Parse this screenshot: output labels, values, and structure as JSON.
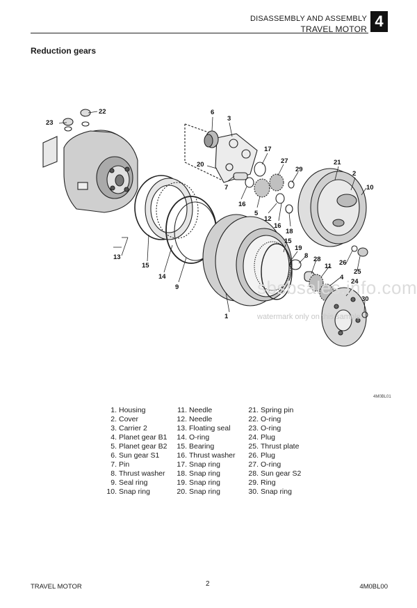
{
  "header": {
    "section": "DISASSEMBLY AND ASSEMBLY",
    "subsection": "TRAVEL MOTOR",
    "chapter_number": "4"
  },
  "title": "Reduction gears",
  "figure": {
    "code": "4M0BL01",
    "callouts": [
      "1",
      "2",
      "3",
      "4",
      "5",
      "6",
      "7",
      "8",
      "9",
      "10",
      "11",
      "12",
      "13",
      "14",
      "15",
      "16",
      "16",
      "17",
      "18",
      "19",
      "20",
      "21",
      "22",
      "23",
      "24",
      "25",
      "26",
      "27",
      "28",
      "29",
      "30"
    ]
  },
  "parts": [
    {
      "num": "1.",
      "name": "Housing"
    },
    {
      "num": "2.",
      "name": "Cover"
    },
    {
      "num": "3.",
      "name": "Carrier 2"
    },
    {
      "num": "4.",
      "name": "Planet gear B1"
    },
    {
      "num": "5.",
      "name": "Planet gear B2"
    },
    {
      "num": "6.",
      "name": "Sun gear S1"
    },
    {
      "num": "7.",
      "name": "Pin"
    },
    {
      "num": "8.",
      "name": "Thrust washer"
    },
    {
      "num": "9.",
      "name": "Seal ring"
    },
    {
      "num": "10.",
      "name": "Snap ring"
    },
    {
      "num": "11.",
      "name": "Needle"
    },
    {
      "num": "12.",
      "name": "Needle"
    },
    {
      "num": "13.",
      "name": "Floating seal"
    },
    {
      "num": "14.",
      "name": "O-ring"
    },
    {
      "num": "15.",
      "name": "Bearing"
    },
    {
      "num": "16.",
      "name": "Thrust washer"
    },
    {
      "num": "17.",
      "name": "Snap ring"
    },
    {
      "num": "18.",
      "name": "Snap ring"
    },
    {
      "num": "19.",
      "name": "Snap ring"
    },
    {
      "num": "20.",
      "name": "Snap ring"
    },
    {
      "num": "21.",
      "name": "Spring pin"
    },
    {
      "num": "22.",
      "name": "O-ring"
    },
    {
      "num": "23.",
      "name": "O-ring"
    },
    {
      "num": "24.",
      "name": "Plug"
    },
    {
      "num": "25.",
      "name": "Thrust plate"
    },
    {
      "num": "26.",
      "name": "Plug"
    },
    {
      "num": "27.",
      "name": "O-ring"
    },
    {
      "num": "28.",
      "name": "Sun gear S2"
    },
    {
      "num": "29.",
      "name": "Ring"
    },
    {
      "num": "30.",
      "name": "Snap ring"
    }
  ],
  "watermark": {
    "site": "sbsbsales.info.com",
    "note": "watermark only on this sample"
  },
  "footer": {
    "left": "TRAVEL MOTOR",
    "page": "2",
    "right": "4M0BL00"
  }
}
